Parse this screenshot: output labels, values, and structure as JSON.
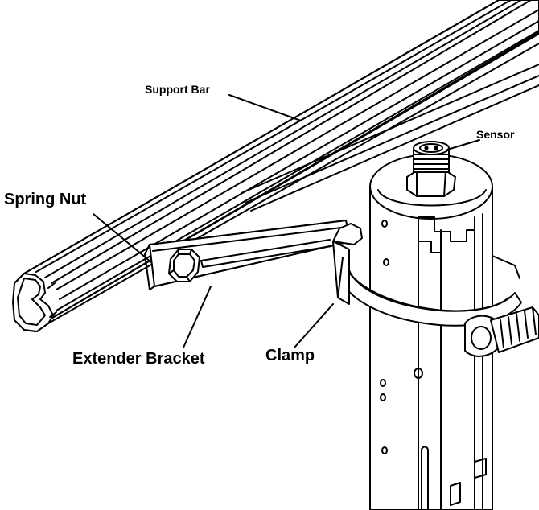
{
  "diagram": {
    "labels": {
      "support_bar": "Support Bar",
      "sensor": "Sensor",
      "spring_nut": "Spring Nut",
      "extender_bracket": "Extender Bracket",
      "clamp": "Clamp"
    },
    "colors": {
      "ink": "#000000",
      "paper": "#ffffff",
      "shade": "#d0d0d0"
    }
  }
}
